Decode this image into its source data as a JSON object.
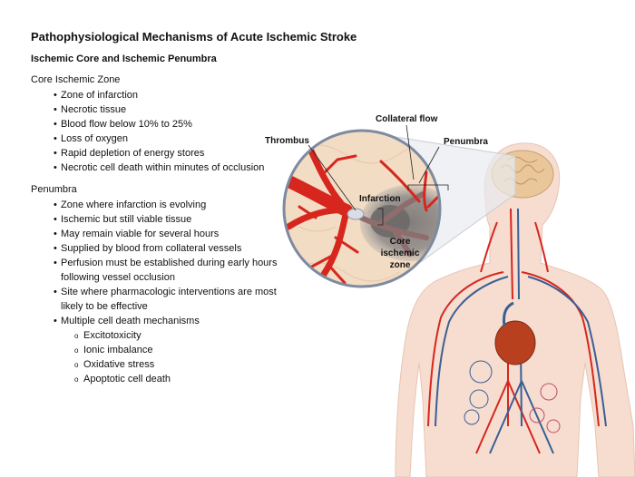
{
  "title": "Pathophysiological Mechanisms of Acute Ischemic Stroke",
  "subtitle": "Ischemic Core and Ischemic Penumbra",
  "core": {
    "heading": "Core Ischemic Zone",
    "items": [
      "Zone of infarction",
      "Necrotic tissue",
      "Blood flow below 10% to 25%",
      "Loss of oxygen",
      "Rapid depletion of energy stores",
      "Necrotic cell death within minutes of occlusion"
    ]
  },
  "penumbra": {
    "heading": "Penumbra",
    "items": [
      "Zone where infarction is evolving",
      "Ischemic but still viable tissue",
      "May remain viable for several hours",
      "Supplied by blood from collateral vessels",
      "Perfusion must be established during early hours following vessel occlusion",
      "Site where pharmacologic interventions are most likely to be effective",
      "Multiple cell death mechanisms"
    ],
    "mechanisms": [
      "Excitotoxicity",
      "Ionic imbalance",
      "Oxidative stress",
      "Apoptotic cell death"
    ]
  },
  "diagram_labels": {
    "collateral_flow": "Collateral flow",
    "thrombus": "Thrombus",
    "penumbra": "Penumbra",
    "infarction": "Infarction",
    "core_line1": "Core",
    "core_line2": "ischemic",
    "core_line3": "zone"
  },
  "colors": {
    "artery": "#d7261e",
    "vein": "#3a5f95",
    "tissue_bg": "#f3dcc4",
    "body_skin": "#f6ddd0",
    "brain": "#e9c79a",
    "infarct_gray": "#7d7b7a",
    "inset_border": "#7d8aa0"
  }
}
